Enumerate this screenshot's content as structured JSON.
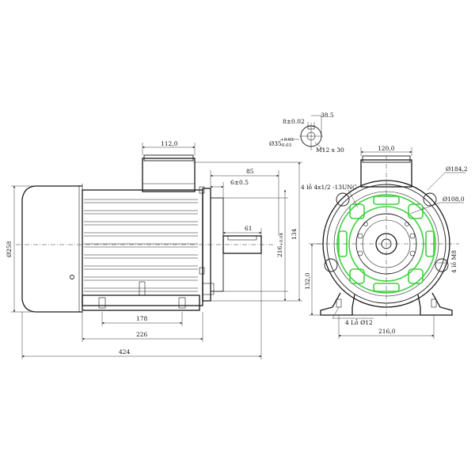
{
  "colors": {
    "line": "#1a1a1a",
    "highlight": "#3fd13f",
    "background": "#ffffff"
  },
  "shaft_detail": {
    "key_width": "8±0.02",
    "height": "38.5",
    "thread": "M12 x 30",
    "dia_main": "Ø35",
    "dia_tol_upper": "+0.03",
    "dia_tol_lower": "-0.03"
  },
  "side_view": {
    "terminal_box_width": "112,0",
    "flange_to_shaft": "85",
    "key_size": "6±0.5",
    "shaft_length": "61",
    "body_diameter": "Ø258",
    "shaft_height": "216",
    "shaft_height_tol": "+0.04",
    "overall_height": "134",
    "foot_hole_spacing": "178",
    "foot_length": "226",
    "overall_length": "424"
  },
  "front_view": {
    "terminal_box_width": "120,0",
    "flange_dia": "Ø184,2",
    "pilot_dia": "Ø108,0",
    "flange_holes": "4  lỗ 4x1/2 -13UNC",
    "front_holes": "4  lỗ M8",
    "axis_height": "132,0",
    "foot_holes": "4  Lỗ Ø12",
    "foot_width": "216,0"
  }
}
